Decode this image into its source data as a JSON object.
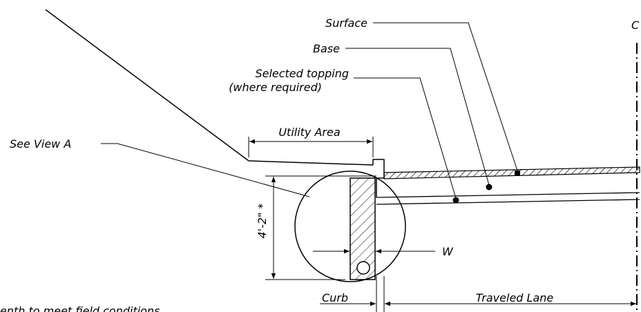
{
  "labels": {
    "surface": "Surface",
    "base": "Base",
    "selected_topping_line1": "Selected topping",
    "selected_topping_line2": "(where required)",
    "see_view_a": "See View A",
    "utility_area": "Utility Area",
    "height_dimension": "4'-2\" *",
    "w": "W",
    "curb": "Curb",
    "traveled_lane": "Traveled Lane",
    "footnote_fragment": "enth to meet field  conditions",
    "centerline_glyph": "C"
  }
}
